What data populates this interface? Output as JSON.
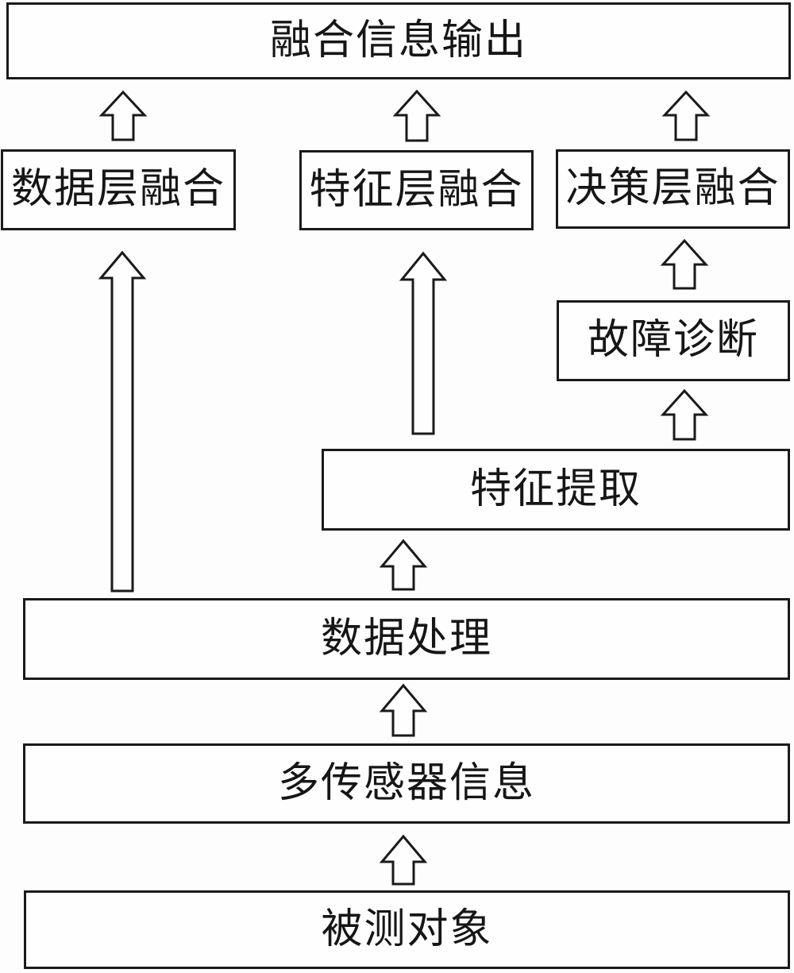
{
  "diagram": {
    "description": "multi-sensor information fusion flow diagram",
    "colors": {
      "border": "#1a1a1a",
      "box_fill": "#fefefe",
      "background": "#fdfdfd",
      "text": "#161616"
    },
    "icons": {
      "connector": "up-arrow-icon"
    },
    "nodes": {
      "fusion_output": {
        "label": "融合信息输出"
      },
      "data_layer": {
        "label": "数据层融合"
      },
      "feature_layer": {
        "label": "特征层融合"
      },
      "decision_layer": {
        "label": "决策层融合"
      },
      "fault_diagnosis": {
        "label": "故障诊断"
      },
      "feature_extraction": {
        "label": "特征提取"
      },
      "data_processing": {
        "label": "数据处理"
      },
      "multi_sensor": {
        "label": "多传感器信息"
      },
      "measured_object": {
        "label": "被测对象"
      }
    },
    "edges": [
      {
        "from": "measured_object",
        "to": "multi_sensor"
      },
      {
        "from": "multi_sensor",
        "to": "data_processing"
      },
      {
        "from": "data_processing",
        "to": "data_layer"
      },
      {
        "from": "data_processing",
        "to": "feature_extraction"
      },
      {
        "from": "feature_extraction",
        "to": "feature_layer"
      },
      {
        "from": "feature_extraction",
        "to": "fault_diagnosis"
      },
      {
        "from": "fault_diagnosis",
        "to": "decision_layer"
      },
      {
        "from": "data_layer",
        "to": "fusion_output"
      },
      {
        "from": "feature_layer",
        "to": "fusion_output"
      },
      {
        "from": "decision_layer",
        "to": "fusion_output"
      }
    ]
  }
}
